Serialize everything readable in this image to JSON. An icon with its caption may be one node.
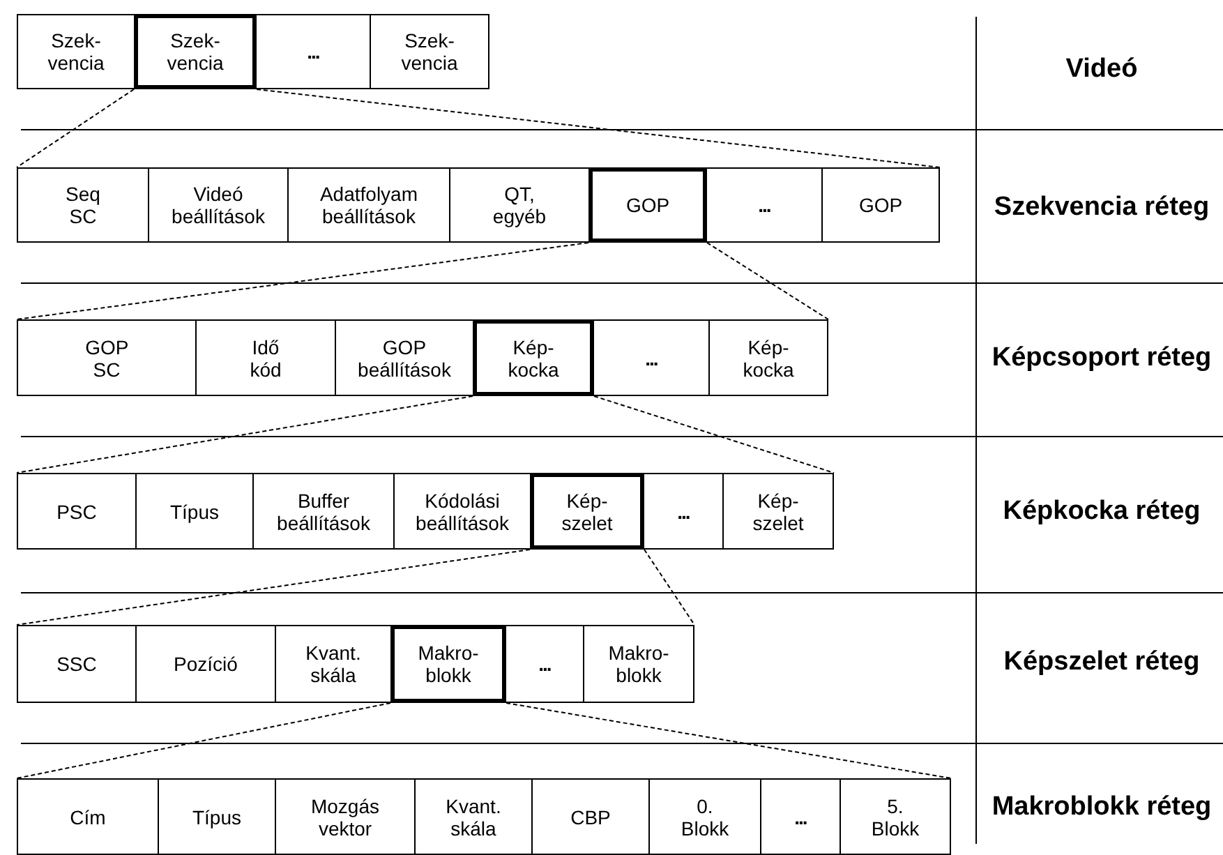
{
  "diagram": {
    "nodes": [
      {
        "text": [
          "Szek- vencia"
        ]
      },
      {
        "text": [
          "Szek- vencia"
        ]
      },
      {
        "text": [
          "..."
        ]
      },
      {
        "text": [
          "Szek- vencia"
        ]
      },
      {
        "text": [
          "Seq SC"
        ]
      },
      {
        "text": [
          "Videó beállítások"
        ]
      },
      {
        "text": [
          "Adatfolyam beállítások"
        ]
      },
      {
        "text": [
          "QT, egyéb"
        ]
      },
      {
        "text": [
          "GOP"
        ]
      },
      {
        "text": [
          "..."
        ]
      },
      {
        "text": [
          "GOP"
        ]
      },
      {
        "text": [
          "GOP SC"
        ]
      },
      {
        "text": [
          "Idő kód"
        ]
      },
      {
        "text": [
          "GOP beállítások"
        ]
      },
      {
        "text": [
          "Kép- kocka"
        ]
      },
      {
        "text": [
          "..."
        ]
      },
      {
        "text": [
          "Kép- kocka"
        ]
      },
      {
        "text": [
          "PSC"
        ]
      },
      {
        "text": [
          "Típus"
        ]
      },
      {
        "text": [
          "Buffer beállítások"
        ]
      },
      {
        "text": [
          "Kódolási beállítások"
        ]
      },
      {
        "text": [
          "Kép- szelet"
        ]
      },
      {
        "text": [
          "..."
        ]
      },
      {
        "text": [
          "Kép- szelet"
        ]
      },
      {
        "text": [
          "SSC"
        ]
      },
      {
        "text": [
          "Pozíció"
        ]
      },
      {
        "text": [
          "Kvant. skála"
        ]
      },
      {
        "text": [
          "Makro- blokk"
        ]
      },
      {
        "text": [
          "..."
        ]
      },
      {
        "text": [
          "Makro- blokk"
        ]
      },
      {
        "text": [
          "Cím"
        ]
      },
      {
        "text": [
          "Típus"
        ]
      },
      {
        "text": [
          "Mozgás vektor"
        ]
      },
      {
        "text": [
          "Kvant. skála"
        ]
      },
      {
        "text": [
          "CBP"
        ]
      },
      {
        "text": [
          "0. Blokk"
        ]
      },
      {
        "text": [
          "..."
        ]
      },
      {
        "text": [
          "5. Blokk"
        ]
      }
    ],
    "edges": [
      {
        "from": 1,
        "to": 4,
        "arrow": "none"
      },
      {
        "from": 1,
        "to": 10,
        "arrow": "none"
      },
      {
        "from": 8,
        "to": 11,
        "arrow": "none"
      },
      {
        "from": 8,
        "to": 16,
        "arrow": "none"
      },
      {
        "from": 14,
        "to": 17,
        "arrow": "none"
      },
      {
        "from": 14,
        "to": 23,
        "arrow": "none"
      },
      {
        "from": 21,
        "to": 24,
        "arrow": "none"
      },
      {
        "from": 21,
        "to": 29,
        "arrow": "none"
      },
      {
        "from": 27,
        "to": 30,
        "arrow": "none"
      },
      {
        "from": 27,
        "to": 37,
        "arrow": "none"
      }
    ],
    "labels": [
      "Videó",
      "Szekvencia réteg",
      "Képcsoport réteg",
      "Képkocka réteg",
      "Képszelet réteg",
      "Makroblokk réteg"
    ]
  }
}
